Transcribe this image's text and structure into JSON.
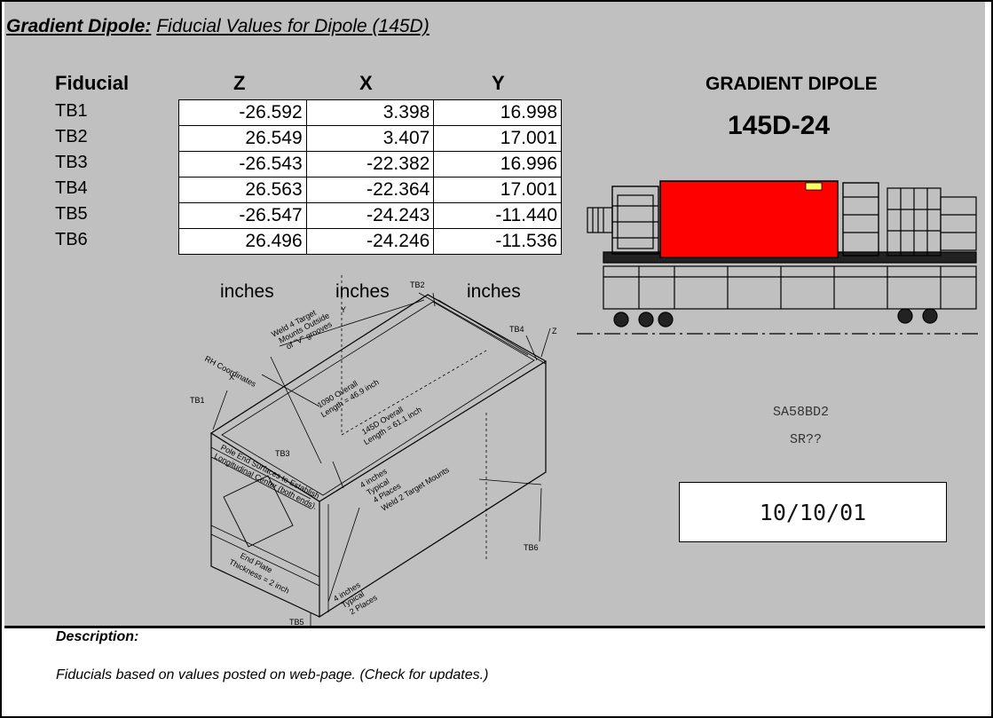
{
  "header": {
    "title_bold": "Gradient Dipole:",
    "title_rest": "Fiducial Values for Dipole (145D)"
  },
  "table": {
    "headers": {
      "fiducial": "Fiducial",
      "z": "Z",
      "x": "X",
      "y": "Y"
    },
    "rows": [
      {
        "label": "TB1",
        "z": "-26.592",
        "x": "3.398",
        "y": "16.998"
      },
      {
        "label": "TB2",
        "z": "26.549",
        "x": "3.407",
        "y": "17.001"
      },
      {
        "label": "TB3",
        "z": "-26.543",
        "x": "-22.382",
        "y": "16.996"
      },
      {
        "label": "TB4",
        "z": "26.563",
        "x": "-22.364",
        "y": "17.001"
      },
      {
        "label": "TB5",
        "z": "-26.547",
        "x": "-24.243",
        "y": "-11.440"
      },
      {
        "label": "TB6",
        "z": "26.496",
        "x": "-24.246",
        "y": "-11.536"
      }
    ],
    "units": [
      "inches",
      "inches",
      "inches"
    ]
  },
  "diagram": {
    "labels": {
      "tb1": "TB1",
      "tb2": "TB2",
      "tb3": "TB3",
      "tb4": "TB4",
      "tb5": "TB5",
      "tb6": "TB6",
      "axis_x": "X",
      "axis_y": "Y",
      "axis_z": "Z",
      "rh": "RH Coordinates",
      "weld4": "Weld 4 Target",
      "weld4b": "Mounts Outside",
      "weld4c": "of \"V\" grooves",
      "len1a": "1090 Overall",
      "len1b": "Length = 46.9 inch",
      "len2a": "145D Overall",
      "len2b": "Length = 61.1 inch",
      "pole1": "Pole End Surfaces to Establish",
      "pole2": "Longitudinal Center (both ends).",
      "typ1a": "4 inches",
      "typ1b": "Typical",
      "typ1c": "4 Places",
      "weld2": "Weld 2 Target Mounts",
      "plate1": "End Plate",
      "plate2": "Thickness = 2 inch",
      "typ2a": "4 inches",
      "typ2b": "Typical",
      "typ2c": "2 Places"
    }
  },
  "magnet": {
    "title": "GRADIENT DIPOLE",
    "id": "145D-24",
    "code1": "SA58BD2",
    "code2": "SR??",
    "date": "10/10/01",
    "body_color": "#ff0000"
  },
  "description": {
    "label": "Description:",
    "text": "Fiducials based on values posted on web-page. (Check for updates.)"
  }
}
